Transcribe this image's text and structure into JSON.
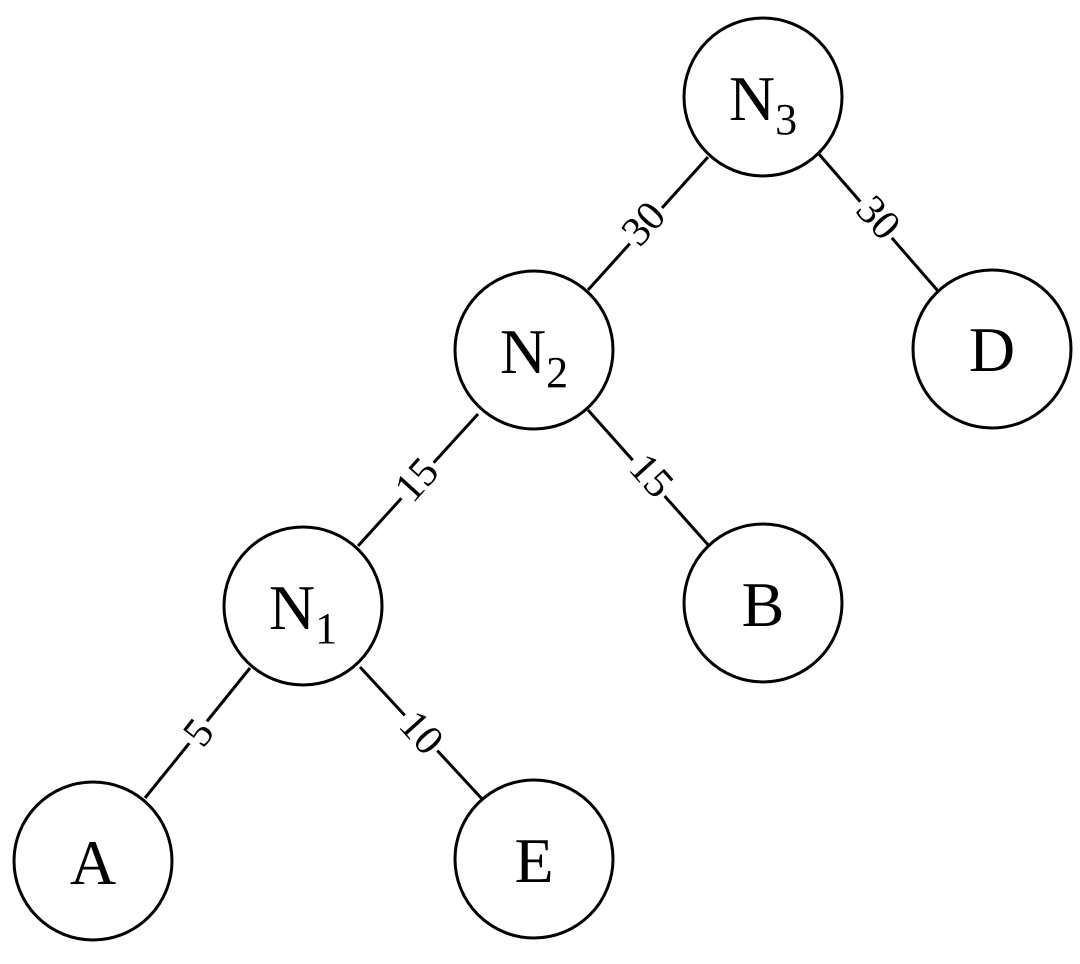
{
  "tree": {
    "nodes": {
      "n3": {
        "main": "N",
        "sub": "3"
      },
      "n2": {
        "main": "N",
        "sub": "2"
      },
      "n1": {
        "main": "N",
        "sub": "1"
      },
      "d": {
        "main": "D",
        "sub": ""
      },
      "b": {
        "main": "B",
        "sub": ""
      },
      "a": {
        "main": "A",
        "sub": ""
      },
      "e": {
        "main": "E",
        "sub": ""
      }
    },
    "edges": {
      "n3_n2": "30",
      "n3_d": "30",
      "n2_n1": "15",
      "n2_b": "15",
      "n1_a": "5",
      "n1_e": "10"
    }
  }
}
